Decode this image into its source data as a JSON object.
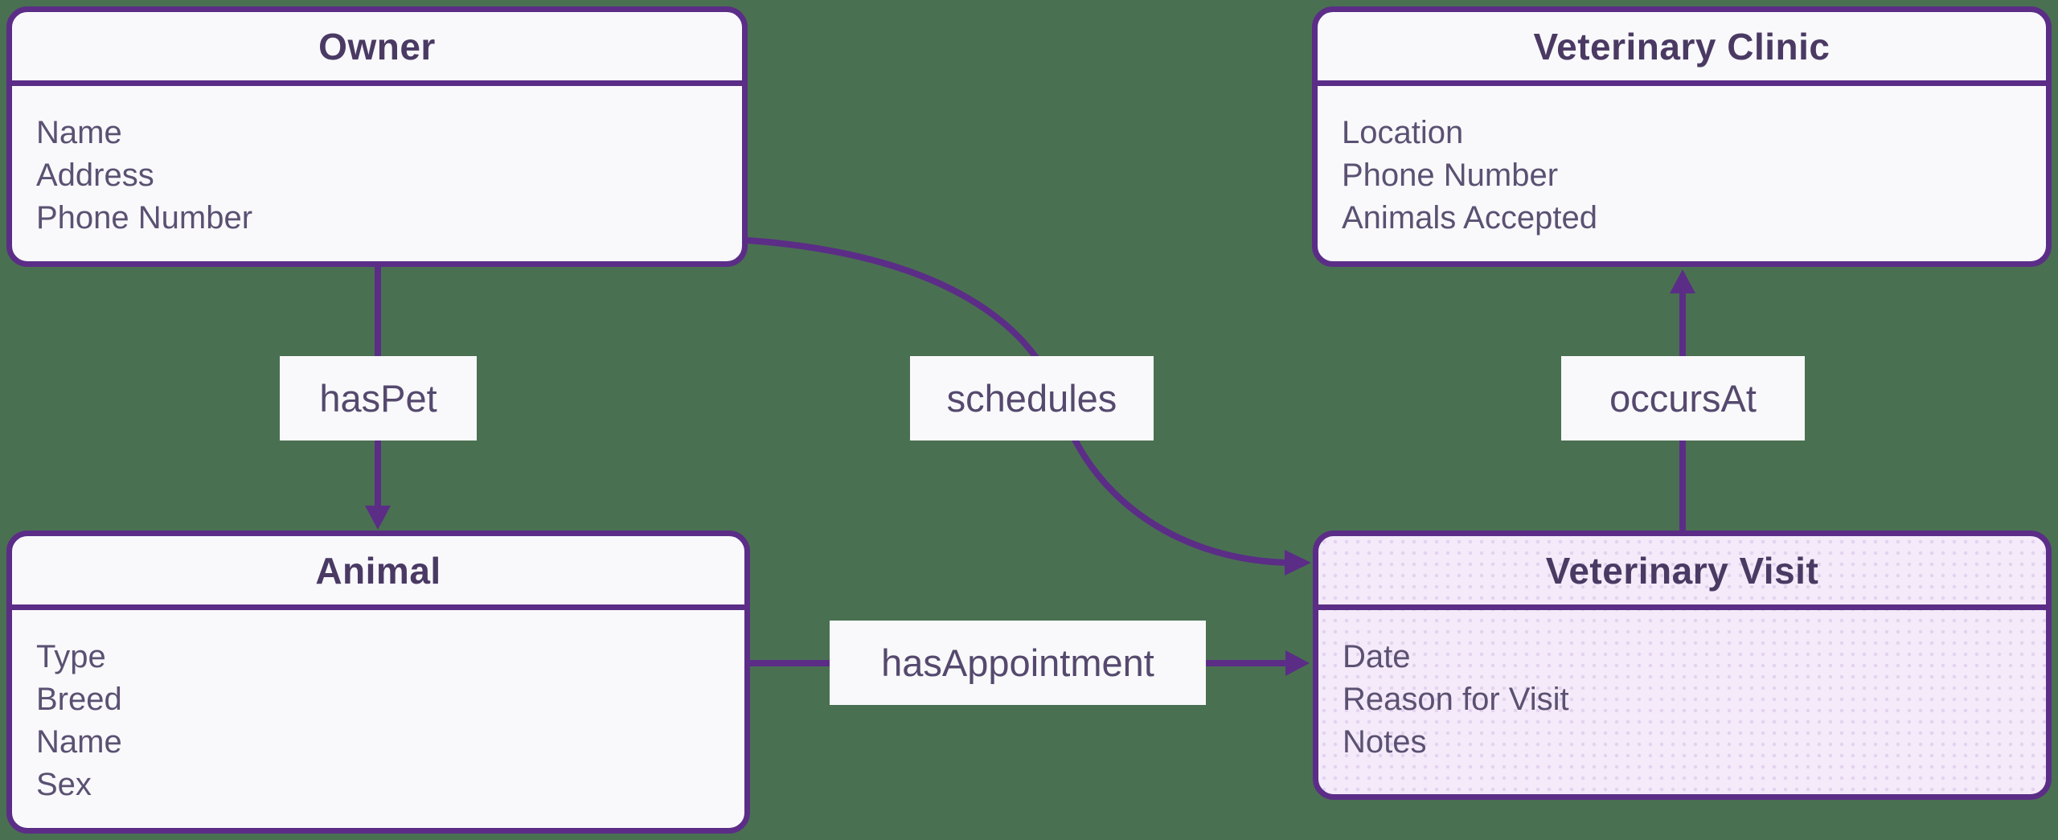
{
  "canvas": {
    "background_color": "#4A7052",
    "accent_color": "#5B2D87",
    "entity_fill": "#F9F9FC",
    "highlighted_entity_fill": "#F4EAF9",
    "title_text_color": "#4A3A63",
    "attribute_text_color": "#5B5172",
    "label_text_color": "#55496E"
  },
  "entities": [
    {
      "title": "Owner",
      "attributes": [
        "Name",
        "Address",
        "Phone Number"
      ]
    },
    {
      "title": "Veterinary Clinic",
      "attributes": [
        "Location",
        "Phone Number",
        "Animals Accepted"
      ]
    },
    {
      "title": "Animal",
      "attributes": [
        "Type",
        "Breed",
        "Name",
        "Sex"
      ]
    },
    {
      "title": "Veterinary Visit",
      "attributes": [
        "Date",
        "Reason for Visit",
        "Notes"
      ]
    }
  ],
  "relationships": [
    {
      "label": "hasPet",
      "from": "Owner",
      "to": "Animal"
    },
    {
      "label": "schedules",
      "from": "Owner",
      "to": "Veterinary Visit"
    },
    {
      "label": "hasAppointment",
      "from": "Animal",
      "to": "Veterinary Visit"
    },
    {
      "label": "occursAt",
      "from": "Veterinary Visit",
      "to": "Veterinary Clinic"
    }
  ]
}
